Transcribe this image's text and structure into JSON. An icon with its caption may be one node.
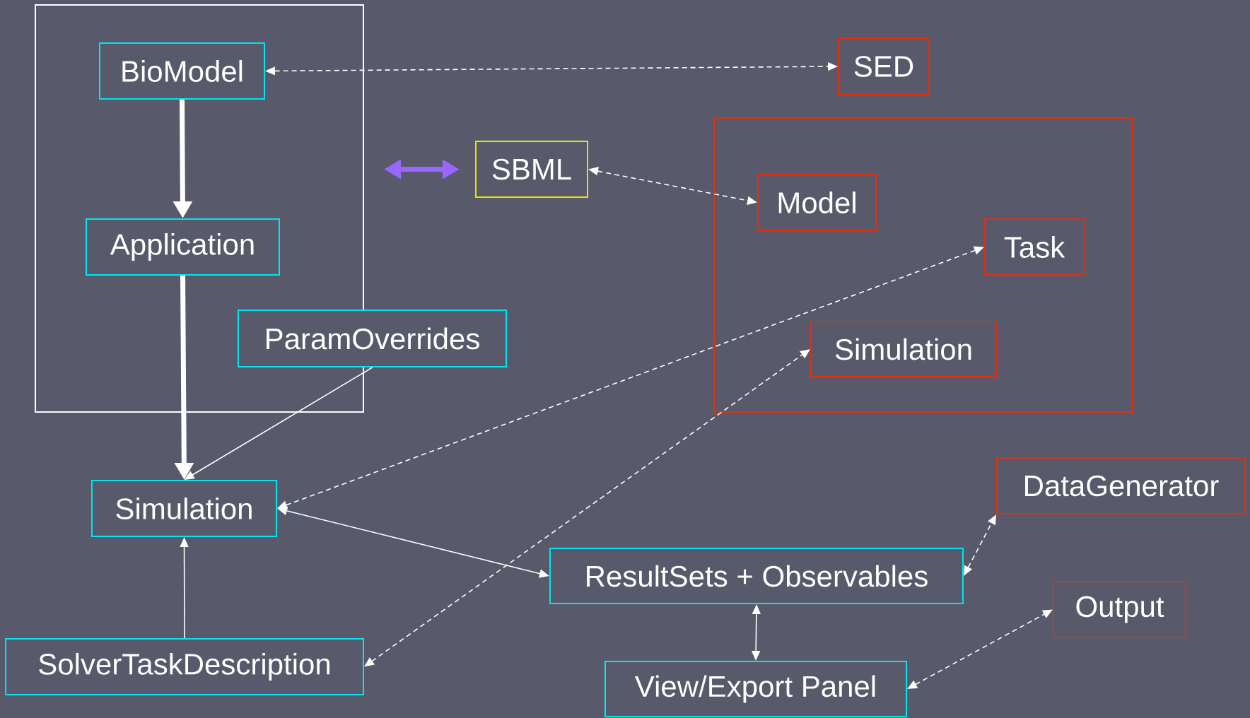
{
  "diagram": {
    "nodes": [
      {
        "text": [],
        "shape": "box"
      },
      {
        "text": [
          "BioModel"
        ],
        "in": 0
      },
      {
        "text": [
          "SED"
        ]
      },
      {
        "text": [
          "SBML"
        ]
      },
      {
        "text": [],
        "shape": "box"
      },
      {
        "text": [
          "Model"
        ],
        "in": 4
      },
      {
        "text": [
          "Application"
        ],
        "in": 0
      },
      {
        "text": [
          "Task"
        ],
        "in": 4
      },
      {
        "text": [
          "ParamOverrides"
        ]
      },
      {
        "text": [
          "Simulation"
        ],
        "in": 4
      },
      {
        "text": [
          "Simulation"
        ]
      },
      {
        "text": [
          "DataGenerator"
        ]
      },
      {
        "text": [
          "ResultSets + Observables"
        ]
      },
      {
        "text": [
          "Output"
        ]
      },
      {
        "text": [
          "SolverTaskDescription"
        ]
      },
      {
        "text": [
          "View/Export Panel"
        ]
      }
    ],
    "edges": [
      {
        "from": 1,
        "to": 2,
        "arrow": "both",
        "style": "dashed"
      },
      {
        "from": 1,
        "to": 6,
        "arrow": "to",
        "style": "thick"
      },
      {
        "from": 0,
        "to": 3,
        "arrow": "both",
        "style": "thick",
        "color": "#9966ff"
      },
      {
        "from": 3,
        "to": 5,
        "arrow": "both",
        "style": "dashed"
      },
      {
        "from": 6,
        "to": 10,
        "arrow": "to",
        "style": "thick"
      },
      {
        "from": 8,
        "to": 10,
        "arrow": "to"
      },
      {
        "from": 10,
        "to": 7,
        "arrow": "both",
        "style": "dashed"
      },
      {
        "from": 14,
        "to": 9,
        "arrow": "both",
        "style": "dashed"
      },
      {
        "from": 10,
        "to": 12,
        "arrow": "both"
      },
      {
        "from": 14,
        "to": 10,
        "arrow": "to"
      },
      {
        "from": 12,
        "to": 11,
        "arrow": "both",
        "style": "dashed"
      },
      {
        "from": 12,
        "to": 15,
        "arrow": "both"
      },
      {
        "from": 15,
        "to": 13,
        "arrow": "both",
        "style": "dashed"
      }
    ]
  }
}
